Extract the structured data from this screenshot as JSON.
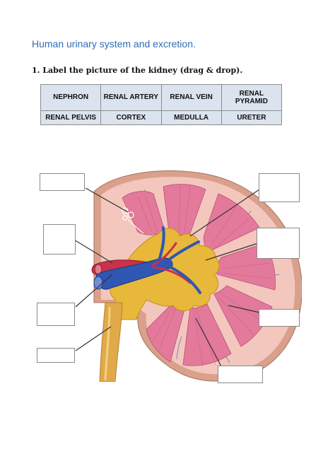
{
  "document": {
    "title": "Human urinary system and excretion.",
    "question": "1. Label the picture of the kidney (drag & drop)."
  },
  "word_bank": {
    "rows": [
      [
        "NEPHRON",
        "RENAL ARTERY",
        "RENAL VEIN",
        "RENAL PYRAMID"
      ],
      [
        "RENAL PELVIS",
        "CORTEX",
        "MEDULLA",
        "URETER"
      ]
    ]
  },
  "colors": {
    "title": "#2e6db4",
    "table_fill": "#dbe3ee",
    "capsule": "#d9a18c",
    "cortex": "#f3c7bd",
    "pyramid": "#e37a9c",
    "pelvis": "#e8b83a",
    "artery": "#c8324a",
    "vein": "#2f57b3"
  },
  "drop_zones": {
    "count": 8
  }
}
